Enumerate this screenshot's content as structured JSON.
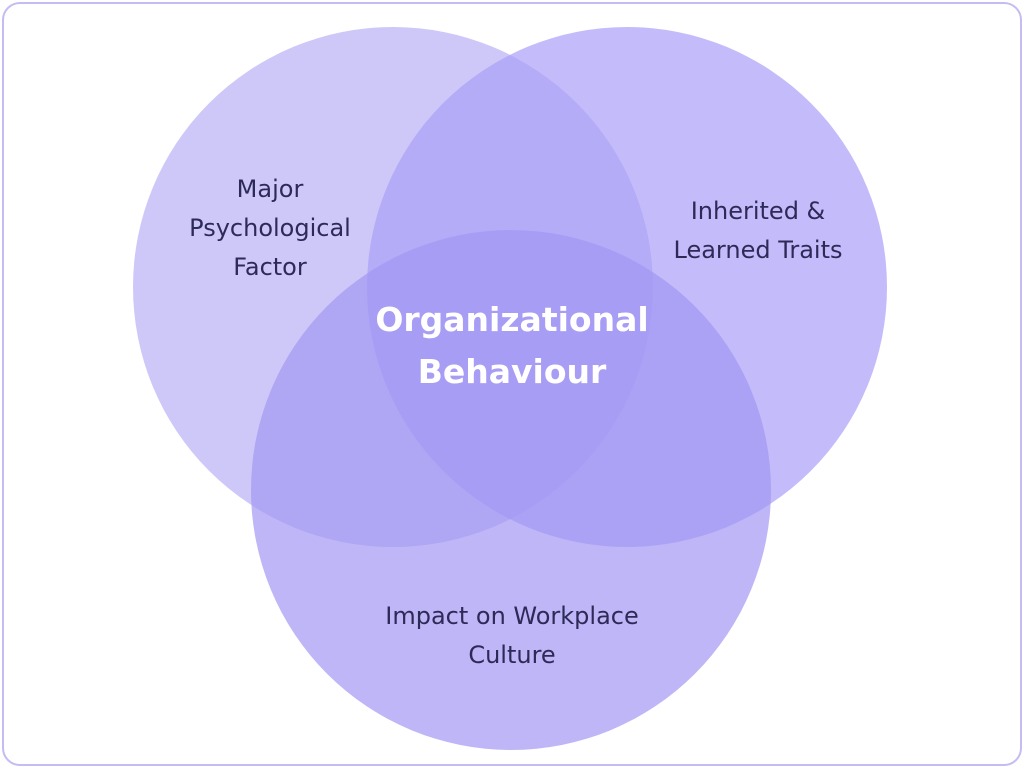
{
  "diagram": {
    "type": "venn",
    "center": {
      "label": "Organizational\nBehaviour"
    },
    "sets": [
      {
        "id": "left",
        "label": "Major\nPsychological\nFactor",
        "color": "#b9b0f6"
      },
      {
        "id": "right",
        "label": "Inherited &\nLearned Traits",
        "color": "#ab9ff8"
      },
      {
        "id": "bottom",
        "label": "Impact on Workplace\nCulture",
        "color": "#a397f2"
      }
    ]
  },
  "colors": {
    "border": "#c4bcf2",
    "text": "#2e2a58",
    "center_text": "#ffffff"
  }
}
